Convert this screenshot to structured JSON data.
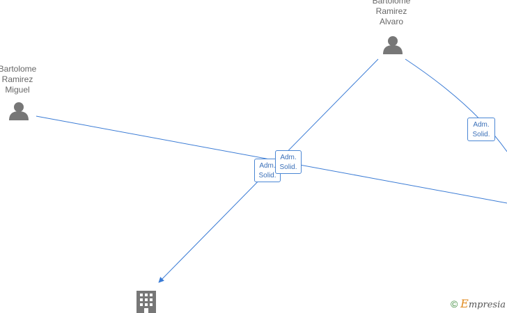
{
  "nodes": {
    "person_miguel": {
      "lines": [
        "Bartolome",
        "Ramirez",
        "Miguel"
      ]
    },
    "person_alvaro": {
      "lines": [
        "Bartolome",
        "Ramirez",
        "Alvaro"
      ]
    },
    "company": {
      "icon": "building-icon"
    }
  },
  "edges": [
    {
      "label": [
        "Adm.",
        "Solid."
      ]
    },
    {
      "label": [
        "Adm.",
        "Solid."
      ]
    },
    {
      "label": [
        "Adm.",
        "Solid."
      ]
    }
  ],
  "colors": {
    "edge": "#3a7bd5",
    "icon": "#777777"
  },
  "watermark": {
    "copyright": "©",
    "brand_initial": "E",
    "brand_rest": "mpresia"
  }
}
